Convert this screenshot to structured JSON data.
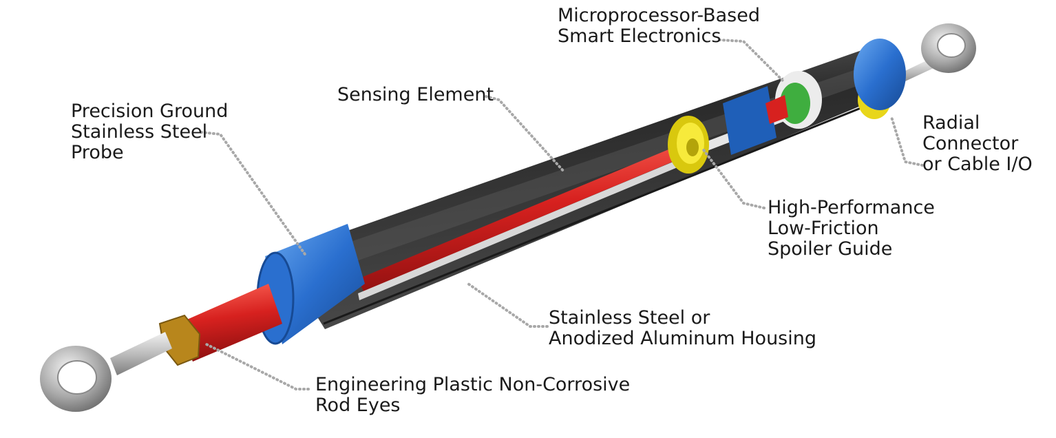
{
  "callouts": {
    "microprocessor": {
      "lines": [
        "Microprocessor-Based",
        "Smart Electronics"
      ]
    },
    "sensing_element": {
      "lines": [
        "Sensing Element"
      ]
    },
    "probe": {
      "lines": [
        "Precision Ground",
        "Stainless Steel",
        "Probe"
      ]
    },
    "radial_connector": {
      "lines": [
        "Radial",
        "Connector",
        "or Cable I/O"
      ]
    },
    "spoiler_guide": {
      "lines": [
        "High-Performance",
        "Low-Friction",
        "Spoiler Guide"
      ]
    },
    "housing": {
      "lines": [
        "Stainless Steel or",
        "Anodized Aluminum Housing"
      ]
    },
    "rod_eyes": {
      "lines": [
        "Engineering Plastic Non-Corrosive",
        "Rod Eyes"
      ]
    }
  },
  "colors": {
    "housing": "#3a3a3a",
    "end_cap": "#2a6fcf",
    "rod": "#d7211f",
    "probe": "#d8d8d8",
    "guide": "#f2e21b",
    "electronics": "#3fae3f",
    "leader": "#9a9a9a"
  }
}
